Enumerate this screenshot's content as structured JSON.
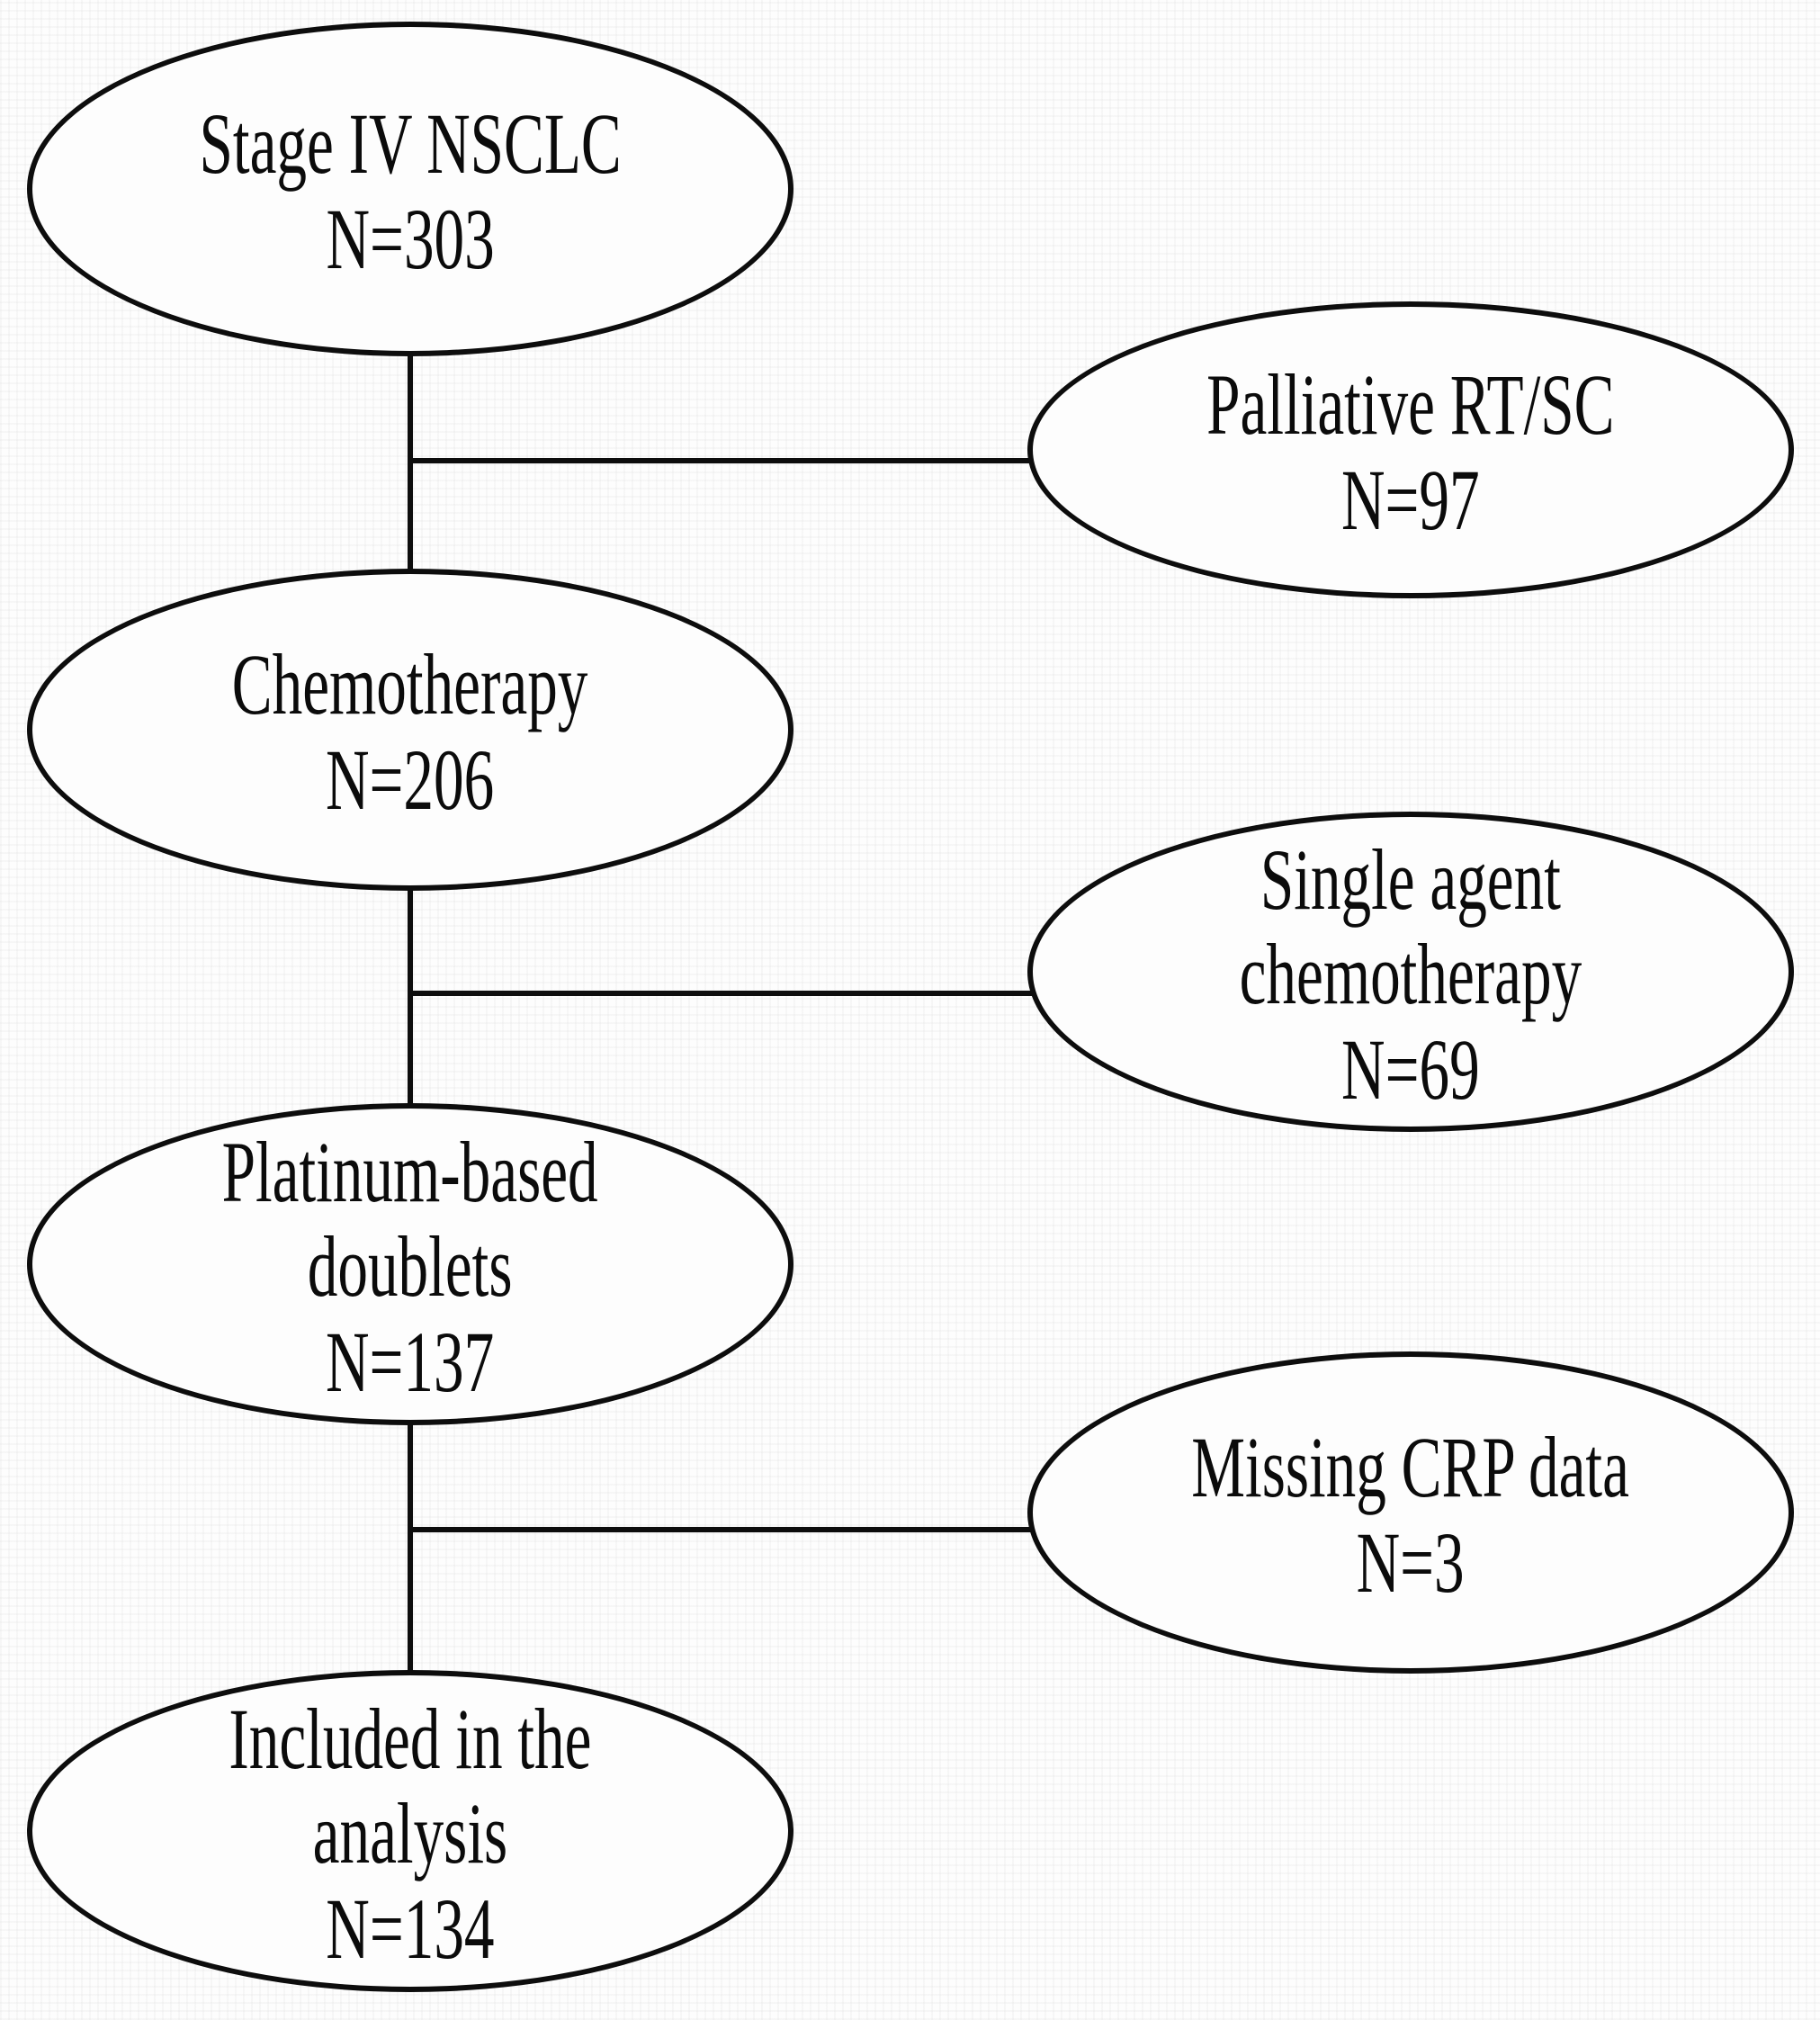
{
  "diagram": {
    "kind": "patient-flow-diagram",
    "colors": {
      "stroke": "#0d0d0d",
      "text": "#0b0b0b",
      "background": "#fdfdfd"
    }
  },
  "nodes": [
    {
      "id": "stage-iv-nsclc",
      "column": "main",
      "lines": [
        "Stage IV NSCLC"
      ],
      "count": "N=303"
    },
    {
      "id": "palliative-rt-sc",
      "column": "excluded",
      "lines": [
        "Palliative RT/SC"
      ],
      "count": "N=97"
    },
    {
      "id": "chemotherapy",
      "column": "main",
      "lines": [
        "Chemotherapy"
      ],
      "count": "N=206"
    },
    {
      "id": "single-agent-chemotherapy",
      "column": "excluded",
      "lines": [
        "Single agent",
        "chemotherapy"
      ],
      "count": "N=69"
    },
    {
      "id": "platinum-based-doublets",
      "column": "main",
      "lines": [
        "Platinum-based",
        "doublets"
      ],
      "count": "N=137"
    },
    {
      "id": "missing-crp-data",
      "column": "excluded",
      "lines": [
        "Missing CRP data"
      ],
      "count": "N=3"
    },
    {
      "id": "included-in-analysis",
      "column": "main",
      "lines": [
        "Included in the",
        "analysis"
      ],
      "count": "N=134"
    }
  ],
  "edges": [
    {
      "from": "stage-iv-nsclc",
      "to": "chemotherapy",
      "shape": "vertical"
    },
    {
      "from": "stage-iv-nsclc",
      "to": "palliative-rt-sc",
      "shape": "horizontal-branch"
    },
    {
      "from": "chemotherapy",
      "to": "platinum-based-doublets",
      "shape": "vertical"
    },
    {
      "from": "chemotherapy",
      "to": "single-agent-chemotherapy",
      "shape": "horizontal-branch"
    },
    {
      "from": "platinum-based-doublets",
      "to": "included-in-analysis",
      "shape": "vertical"
    },
    {
      "from": "platinum-based-doublets",
      "to": "missing-crp-data",
      "shape": "horizontal-branch"
    }
  ]
}
